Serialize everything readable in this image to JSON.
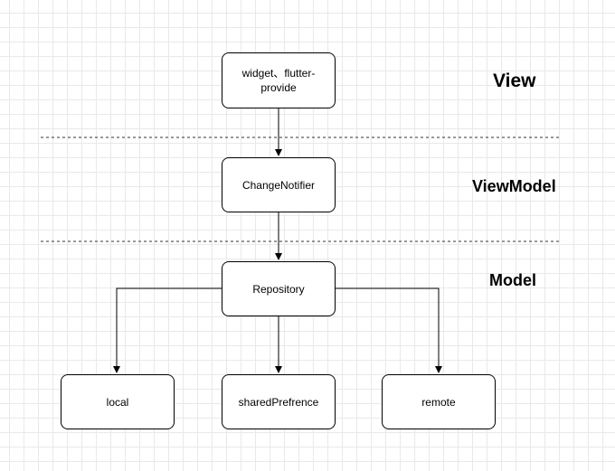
{
  "nodes": {
    "view": "widget、flutter-provide",
    "viewmodel": "ChangeNotifier",
    "repository": "Repository",
    "local": "local",
    "shared": "sharedPrefrence",
    "remote": "remote"
  },
  "layers": {
    "view": "View",
    "viewmodel": "ViewModel",
    "model": "Model"
  },
  "colors": {
    "line": "#000000",
    "grid": "#e9e9e9",
    "separator": "#333333"
  }
}
